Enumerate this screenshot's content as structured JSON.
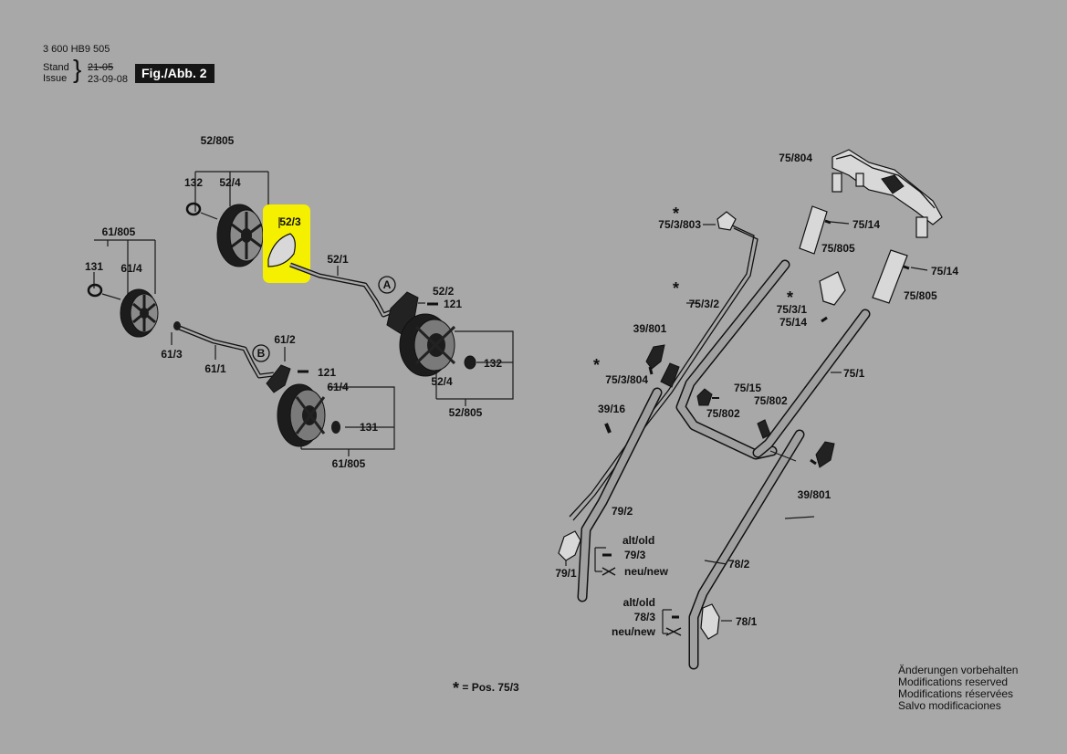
{
  "header": {
    "doc_number": "3 600 HB9 505",
    "stand_label": "Stand",
    "issue_label": "Issue",
    "old_date": "21-05",
    "new_date": "23-09-08",
    "figure_tag": "Fig./Abb. 2"
  },
  "labels": {
    "p52_805_top": "52/805",
    "p132_top": "132",
    "p52_4_top": "52/4",
    "p52_3": "52/3",
    "p61_805_top": "61/805",
    "p131_top": "131",
    "p61_4_top": "61/4",
    "p52_1": "52/1",
    "mark_a": "A",
    "p52_2": "52/2",
    "p121_a": "121",
    "p132_bot": "132",
    "p52_4_bot": "52/4",
    "p52_805_bot": "52/805",
    "p61_3": "61/3",
    "p61_1": "61/1",
    "mark_b": "B",
    "p61_2": "61/2",
    "p121_b": "121",
    "p61_4_bot": "61/4",
    "p131_bot": "131",
    "p61_805_bot": "61/805",
    "p75_804": "75/804",
    "p75_3_803": "75/3/803",
    "p75_14_a": "75/14",
    "p75_805_a": "75/805",
    "p75_14_b": "75/14",
    "p75_805_b": "75/805",
    "p75_3_2": "75/3/2",
    "p75_3_1": "75/3/1",
    "p75_14_c": "75/14",
    "p39_801_a": "39/801",
    "p75_3_804": "75/3/804",
    "p75_1": "75/1",
    "p75_15": "75/15",
    "p75_802_a": "75/802",
    "p75_802_b": "75/802",
    "p39_16": "39/16",
    "p39_801_b": "39/801",
    "p79_2": "79/2",
    "alt_old_a": "alt/old",
    "p79_3": "79/3",
    "neu_new_a": "neu/new",
    "p79_1": "79/1",
    "p78_2": "78/2",
    "alt_old_b": "alt/old",
    "p78_3": "78/3",
    "neu_new_b": "neu/new",
    "p78_1": "78/1",
    "star": "*"
  },
  "footer": {
    "legend_star": "*",
    "legend_text": "= Pos.  75/3"
  },
  "notes": [
    "Änderungen vorbehalten",
    "Modifications reserved",
    "Modifications réservées",
    "Salvo modificaciones"
  ],
  "colors": {
    "background": "#a8a8a8",
    "highlight": "#f5f000",
    "ink": "#111111"
  }
}
